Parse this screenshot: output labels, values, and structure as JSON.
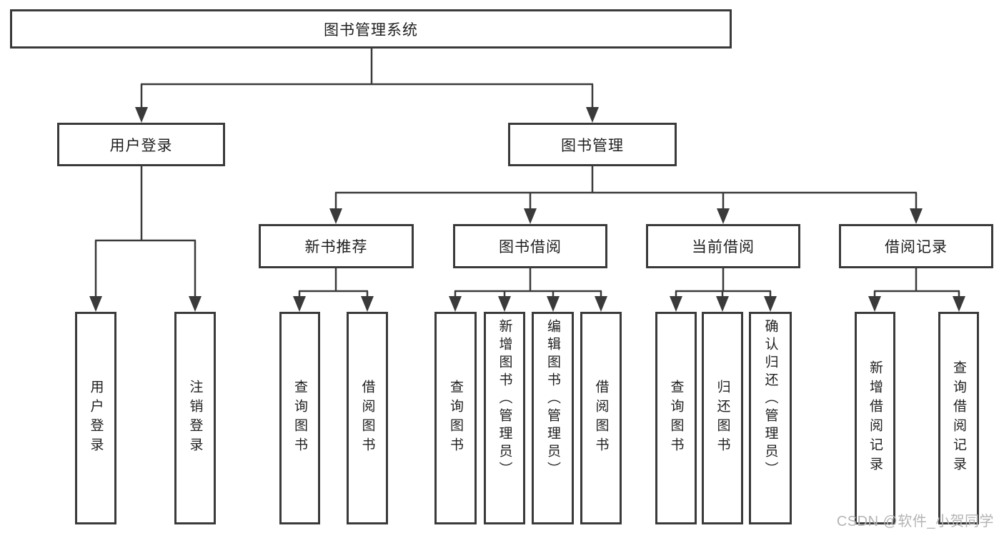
{
  "colors": {
    "line": "#3a3a3a",
    "box_border": "#3a3a3a",
    "box_fill": "#ffffff",
    "text": "#1f1f1f",
    "watermark": "#b4b4b4"
  },
  "watermark": {
    "text": "CSDN @软件_小贺同学"
  },
  "nodes": {
    "root": {
      "label": "图书管理系统"
    },
    "user_login": {
      "label": "用户登录"
    },
    "book_mgmt": {
      "label": "图书管理"
    },
    "new_book_rec": {
      "label": "新书推荐"
    },
    "book_borrow": {
      "label": "图书借阅"
    },
    "current_borrow": {
      "label": "当前借阅"
    },
    "borrow_record": {
      "label": "借阅记录"
    },
    "leaf_user_login": {
      "label": "用户登录"
    },
    "leaf_logout": {
      "label": "注销登录"
    },
    "rec_query": {
      "label": "查询图书"
    },
    "rec_borrow": {
      "label": "借阅图书"
    },
    "bb_query": {
      "label": "查询图书"
    },
    "bb_add": {
      "label": "新增图书（管理员）"
    },
    "bb_edit": {
      "label": "编辑图书（管理员）"
    },
    "bb_borrow": {
      "label": "借阅图书"
    },
    "cb_query": {
      "label": "查询图书"
    },
    "cb_return": {
      "label": "归还图书"
    },
    "cb_confirm": {
      "label": "确认归还（管理员）"
    },
    "br_add": {
      "label": "新增借阅记录"
    },
    "br_query": {
      "label": "查询借阅记录"
    }
  },
  "edges": [
    [
      "root",
      "user_login"
    ],
    [
      "root",
      "book_mgmt"
    ],
    [
      "user_login",
      "leaf_user_login"
    ],
    [
      "user_login",
      "leaf_logout"
    ],
    [
      "book_mgmt",
      "new_book_rec"
    ],
    [
      "book_mgmt",
      "book_borrow"
    ],
    [
      "book_mgmt",
      "current_borrow"
    ],
    [
      "book_mgmt",
      "borrow_record"
    ],
    [
      "new_book_rec",
      "rec_query"
    ],
    [
      "new_book_rec",
      "rec_borrow"
    ],
    [
      "book_borrow",
      "bb_query"
    ],
    [
      "book_borrow",
      "bb_add"
    ],
    [
      "book_borrow",
      "bb_edit"
    ],
    [
      "book_borrow",
      "bb_borrow"
    ],
    [
      "current_borrow",
      "cb_query"
    ],
    [
      "current_borrow",
      "cb_return"
    ],
    [
      "current_borrow",
      "cb_confirm"
    ],
    [
      "borrow_record",
      "br_add"
    ],
    [
      "borrow_record",
      "br_query"
    ]
  ]
}
